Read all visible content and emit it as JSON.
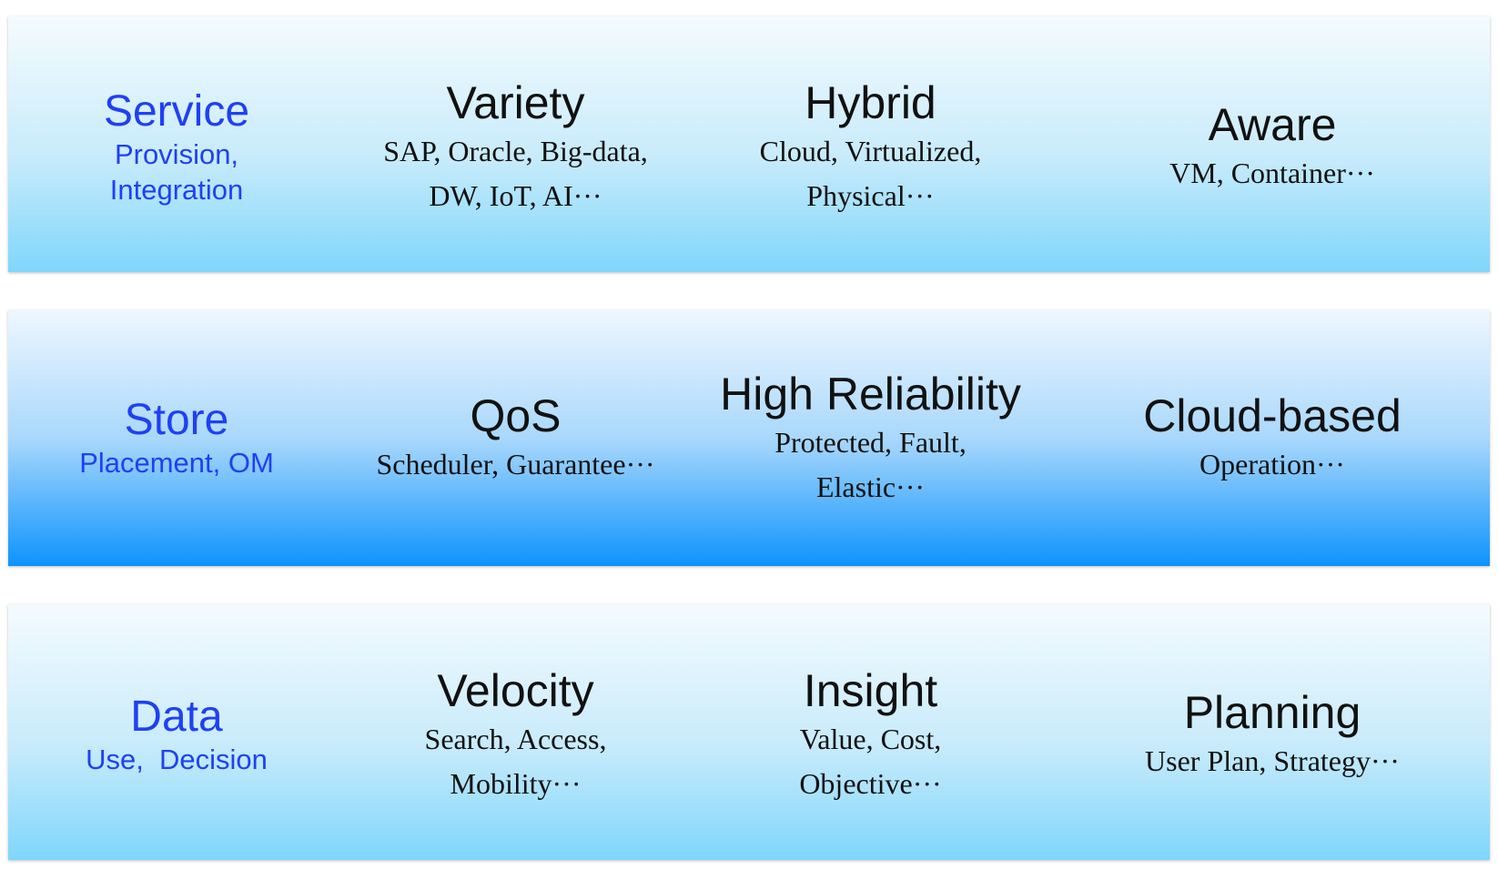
{
  "rows": [
    {
      "name": "service",
      "label": {
        "title": "Service",
        "subtitle": "Provision,\nIntegration"
      },
      "features": [
        {
          "title": "Variety",
          "desc": "SAP, Oracle, Big-data,\nDW, IoT, AI···"
        },
        {
          "title": "Hybrid",
          "desc": "Cloud, Virtualized,\nPhysical···"
        },
        {
          "title": "Aware",
          "desc": "VM, Container···"
        }
      ]
    },
    {
      "name": "store",
      "label": {
        "title": "Store",
        "subtitle": "Placement, OM"
      },
      "features": [
        {
          "title": "QoS",
          "desc": "Scheduler, Guarantee···"
        },
        {
          "title": "High Reliability",
          "desc": "Protected, Fault,\nElastic···"
        },
        {
          "title": "Cloud-based",
          "desc": "Operation···"
        }
      ]
    },
    {
      "name": "data",
      "label": {
        "title": "Data",
        "subtitle": "Use,  Decision"
      },
      "features": [
        {
          "title": "Velocity",
          "desc": "Search, Access,\nMobility···"
        },
        {
          "title": "Insight",
          "desc": "Value, Cost,\nObjective···"
        },
        {
          "title": "Planning",
          "desc": "User Plan, Strategy···"
        }
      ]
    }
  ],
  "colors": {
    "label": "#1f40f5",
    "text": "#111111",
    "band_light_top": "#f5fbfe",
    "band_light_bottom": "#7fd6fb",
    "band_dark_bottom": "#0e93fd"
  }
}
